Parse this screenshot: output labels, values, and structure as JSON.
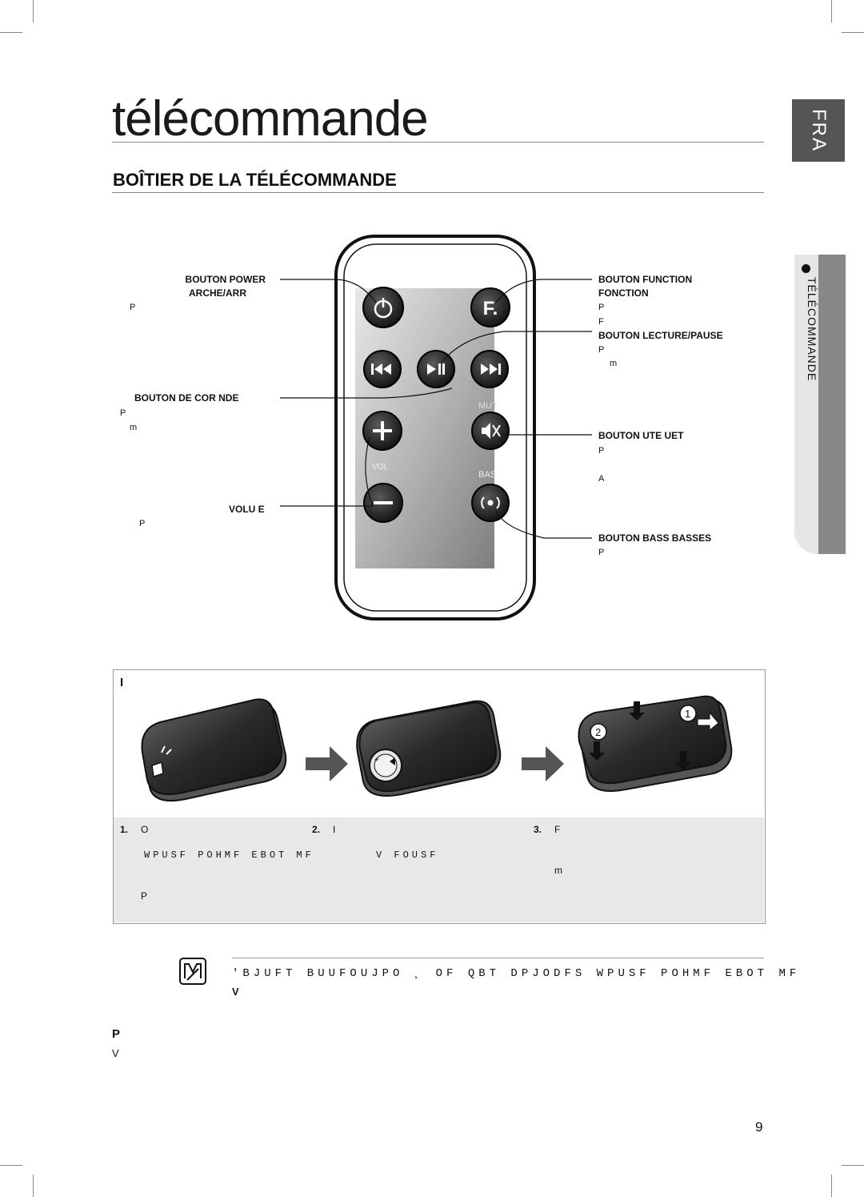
{
  "page": {
    "title": "télécommande",
    "section_heading": "BOÎTIER DE LA TÉLÉCOMMANDE",
    "lang_tab": "FRA",
    "side_tab": "TÉLÉCOMMANDE",
    "page_number": "9"
  },
  "remote": {
    "function_key": "F.",
    "mute_label": "MUT",
    "vol_label": "VOL",
    "bass_label": "BAS"
  },
  "labels": {
    "power_title": "BOUTON POWER",
    "power_sub": "ARCHE/ARR",
    "power_desc": "P",
    "skip_title": "BOUTON DE COR  NDE",
    "skip_desc_1": "P",
    "skip_desc_2": "m",
    "volume_title": "VOLU E",
    "volume_desc": "P",
    "function_title": "BOUTON FUNCTION",
    "function_sub": "FONCTION",
    "function_desc_1": "P",
    "function_desc_2": "F",
    "play_title": "BOUTON LECTURE/PAUSE",
    "play_desc_1": "P",
    "play_desc_2": "m",
    "mute_title": "BOUTON  UTE  UET",
    "mute_desc_1": "P",
    "mute_desc_3": "A",
    "bass_title": "BOUTON BASS  BASSES",
    "bass_desc": "P"
  },
  "battery": {
    "heading": "I",
    "steps": [
      {
        "num": "1.",
        "line1": "O",
        "line2": "",
        "line3": "WPUSF POHMF EBOT MF",
        "line4": "",
        "line5": "",
        "line6": "P",
        "line7": ""
      },
      {
        "num": "2.",
        "line1": "I",
        "line2": "",
        "line3": "V FOUSF"
      },
      {
        "num": "3.",
        "line1": "F",
        "line2": "",
        "line3": "",
        "line4": "m",
        "line5": "",
        "line6": "",
        "line7": ""
      }
    ]
  },
  "note": {
    "text": "'BJUFT BUUFOUJPO ¸ OF QBT DPJODFS WPUSF POHMF EBOT MF",
    "sub": "V"
  },
  "remote_section": {
    "heading": "P",
    "para1": "V",
    "para2": ""
  }
}
